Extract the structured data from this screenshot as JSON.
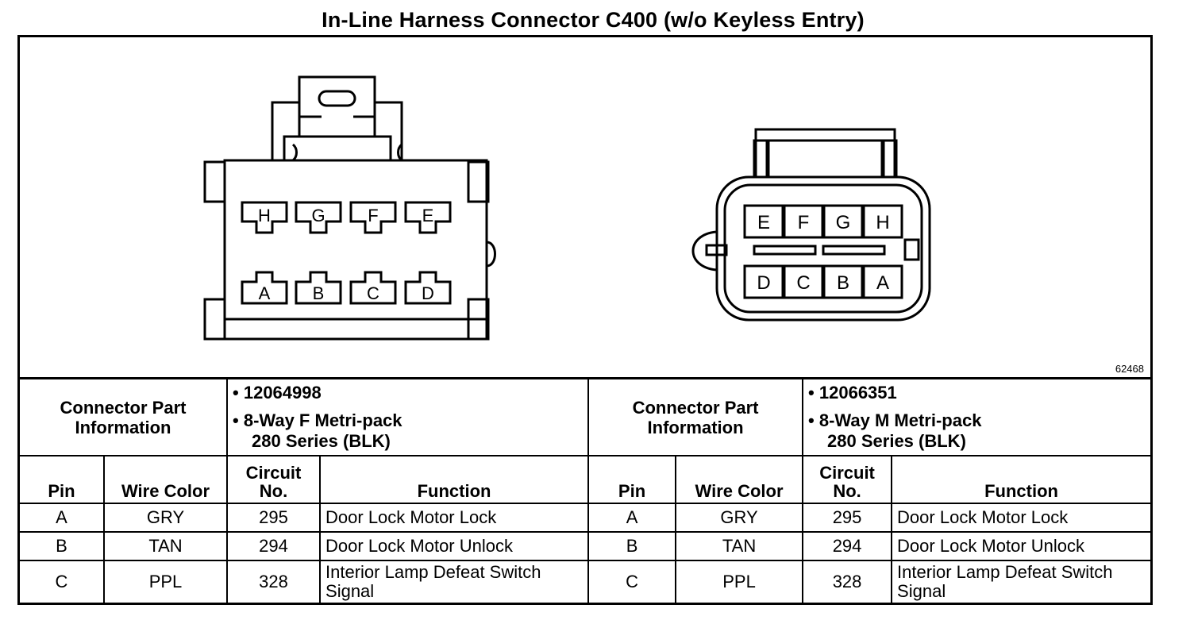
{
  "title": "In-Line Harness Connector C400 (w/o Keyless Entry)",
  "figure_id": "62468",
  "female_connector": {
    "top_row": [
      "H",
      "G",
      "F",
      "E"
    ],
    "bottom_row": [
      "A",
      "B",
      "C",
      "D"
    ]
  },
  "male_connector": {
    "top_row": [
      "E",
      "F",
      "G",
      "H"
    ],
    "bottom_row": [
      "D",
      "C",
      "B",
      "A"
    ]
  },
  "left": {
    "info_label": "Connector Part Information",
    "part_number": "12064998",
    "description_line1": "8-Way F Metri-pack",
    "description_line2": "280 Series (BLK)"
  },
  "right": {
    "info_label": "Connector Part Information",
    "part_number": "12066351",
    "description_line1": "8-Way M Metri-pack",
    "description_line2": "280 Series (BLK)"
  },
  "headers_left": {
    "pin": "Pin",
    "wire_color": "Wire Color",
    "circuit": "Circuit No.",
    "function": "Function"
  },
  "headers_right": {
    "pin": "Pin",
    "wire_color": "Wire Color",
    "circuit": "Circuit No.",
    "function": "Function"
  },
  "rows_left": [
    {
      "pin": "A",
      "wire_color": "GRY",
      "circuit": "295",
      "function": "Door Lock Motor Lock"
    },
    {
      "pin": "B",
      "wire_color": "TAN",
      "circuit": "294",
      "function": "Door Lock Motor Unlock"
    },
    {
      "pin": "C",
      "wire_color": "PPL",
      "circuit": "328",
      "function": "Interior Lamp Defeat Switch Signal"
    }
  ],
  "rows_right": [
    {
      "pin": "A",
      "wire_color": "GRY",
      "circuit": "295",
      "function": "Door Lock Motor Lock"
    },
    {
      "pin": "B",
      "wire_color": "TAN",
      "circuit": "294",
      "function": "Door Lock Motor Unlock"
    },
    {
      "pin": "C",
      "wire_color": "PPL",
      "circuit": "328",
      "function": "Interior Lamp Defeat Switch Signal"
    }
  ]
}
